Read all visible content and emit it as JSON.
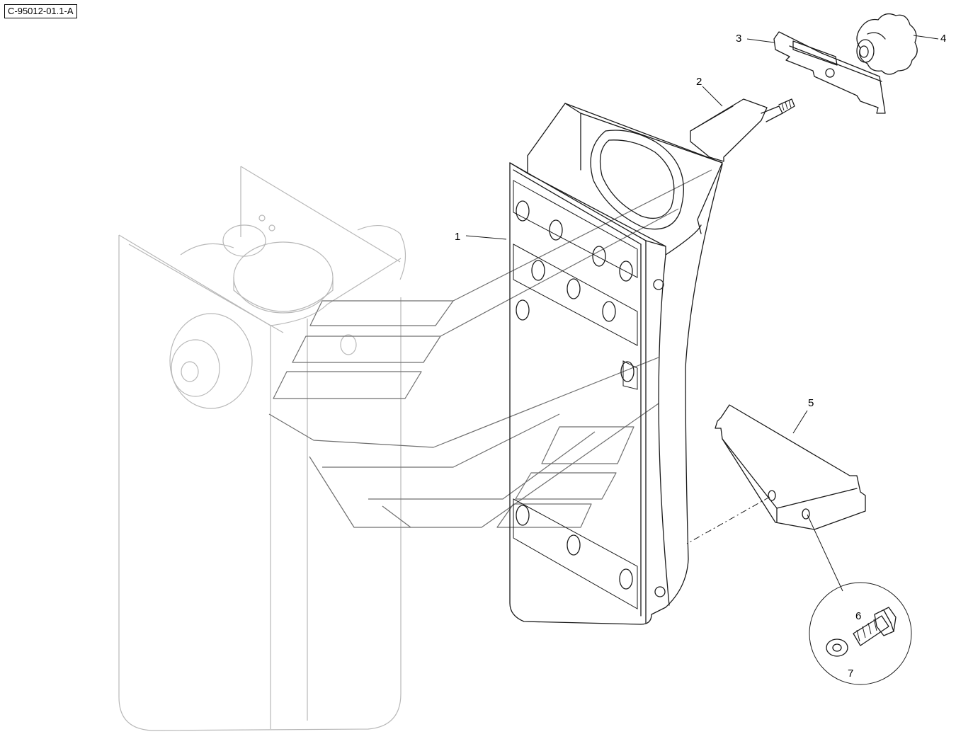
{
  "reference_code": "C-95012-01.1-A",
  "callouts": [
    {
      "id": "1",
      "label": "1"
    },
    {
      "id": "2",
      "label": "2"
    },
    {
      "id": "3",
      "label": "3"
    },
    {
      "id": "4",
      "label": "4"
    },
    {
      "id": "5",
      "label": "5"
    },
    {
      "id": "6",
      "label": "6"
    },
    {
      "id": "7",
      "label": "7"
    }
  ],
  "colors": {
    "line": "#1a1a1a",
    "ghost": "#b8b8b8",
    "watermark": "#6f6f6f",
    "background": "#ffffff"
  }
}
